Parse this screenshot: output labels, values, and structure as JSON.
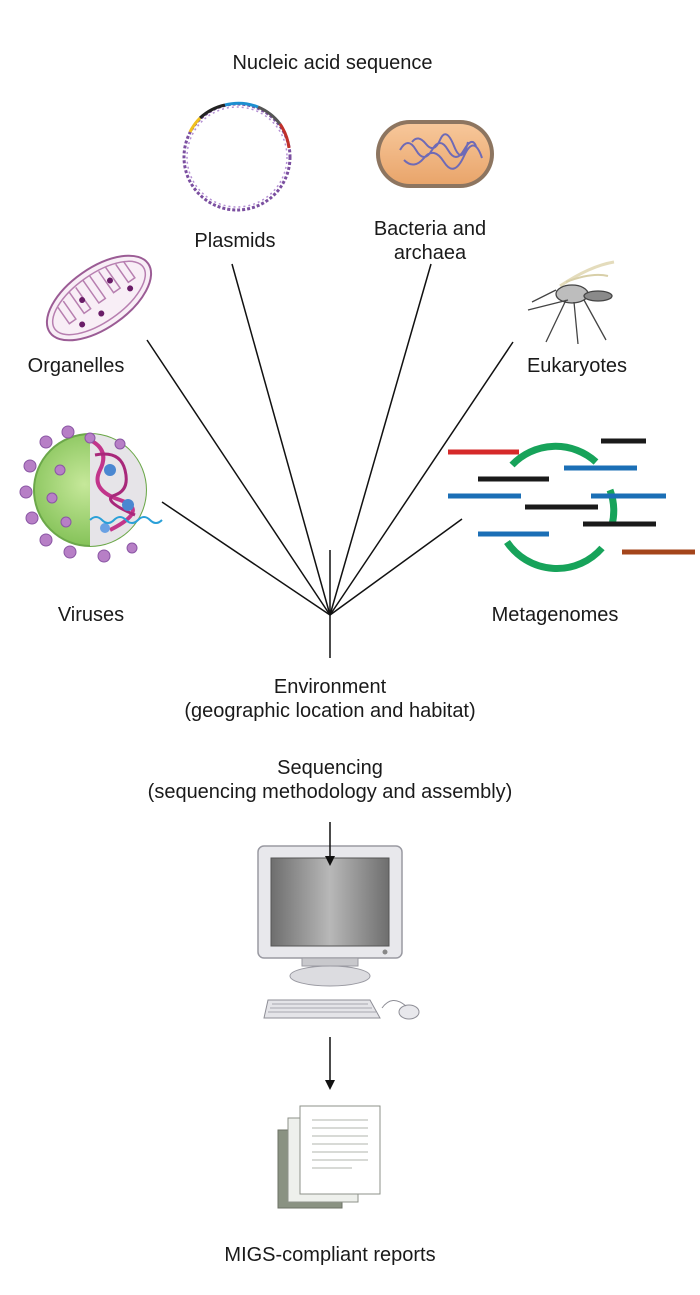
{
  "title": "Nucleic acid sequence",
  "sources": [
    {
      "key": "plasmids",
      "label": "Plasmids",
      "icon": "plasmid-icon"
    },
    {
      "key": "bacteria",
      "label_line1": "Bacteria and",
      "label_line2": "archaea",
      "icon": "bacterium-icon"
    },
    {
      "key": "organelles",
      "label": "Organelles",
      "icon": "mitochondrion-icon"
    },
    {
      "key": "eukaryotes",
      "label": "Eukaryotes",
      "icon": "mosquito-icon"
    },
    {
      "key": "viruses",
      "label": "Viruses",
      "icon": "virus-icon"
    },
    {
      "key": "metagenomes",
      "label": "Metagenomes",
      "icon": "metagenome-reads-icon"
    }
  ],
  "environment": {
    "line1": "Environment",
    "line2": "(geographic location and habitat)"
  },
  "sequencing": {
    "line1": "Sequencing",
    "line2": "(sequencing methodology and assembly)"
  },
  "computer_icon": "computer-icon",
  "reports_icon": "document-stack-icon",
  "reports_label": "MIGS-compliant reports",
  "colors": {
    "line": "#111111",
    "read_red": "#d62a2a",
    "read_blue": "#1b6fb6",
    "read_black": "#1a1a1a",
    "read_brown": "#a4451b",
    "ring_green": "#17a35a"
  }
}
